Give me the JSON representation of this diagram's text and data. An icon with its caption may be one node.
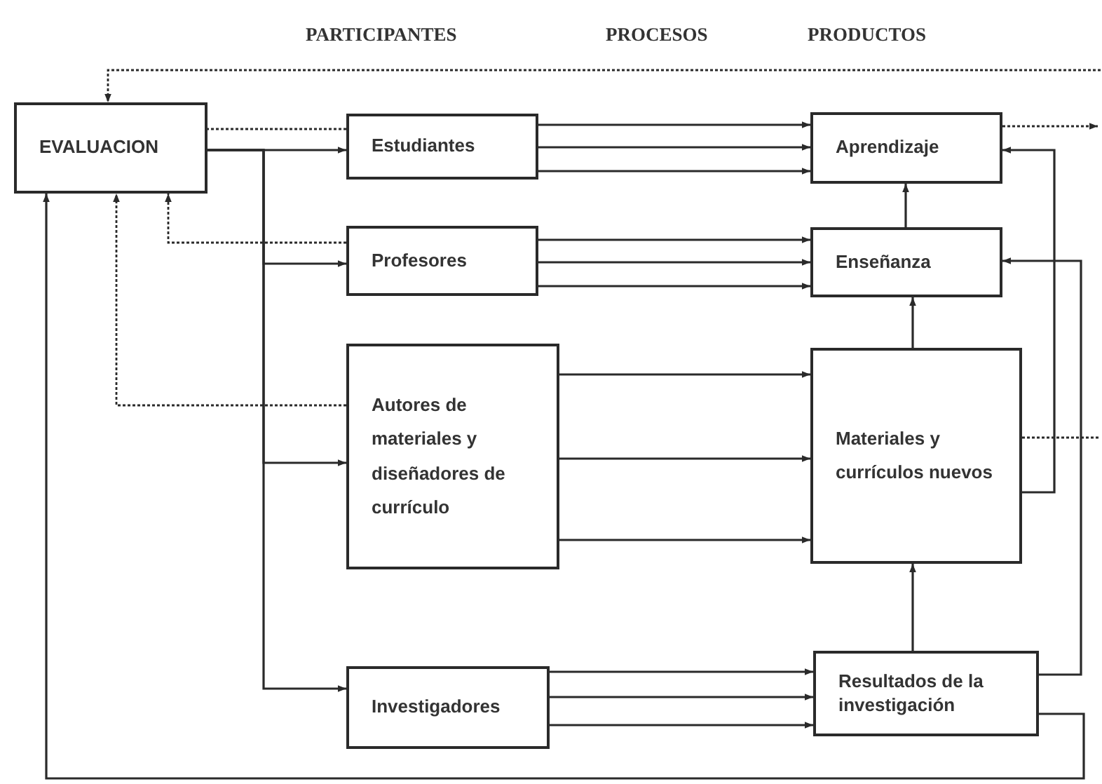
{
  "diagram": {
    "nodes": [
      {
        "text": [
          "EVALUACION"
        ]
      },
      {
        "text": [
          "Estudiantes"
        ]
      },
      {
        "text": [
          "Profesores"
        ]
      },
      {
        "text": [
          "Autores de materiales y diseñadores de currículo"
        ]
      },
      {
        "text": [
          "Investigadores"
        ]
      },
      {
        "text": [
          "Aprendizaje"
        ]
      },
      {
        "text": [
          "Enseñanza"
        ]
      },
      {
        "text": [
          "Materiales y currículos nuevos"
        ]
      },
      {
        "text": [
          "Resultados de la investigación"
        ]
      }
    ],
    "edges": [
      {
        "from": 0,
        "to": 1,
        "arrow": "to"
      },
      {
        "from": 0,
        "to": 2,
        "arrow": "to"
      },
      {
        "from": 0,
        "to": 3,
        "arrow": "to"
      },
      {
        "from": 0,
        "to": 4,
        "arrow": "to"
      },
      {
        "from": 1,
        "to": 0,
        "arrow": "none",
        "style": "dashed"
      },
      {
        "from": 2,
        "to": 0,
        "arrow": "to",
        "style": "dashed"
      },
      {
        "from": 3,
        "to": 0,
        "arrow": "to",
        "style": "dashed"
      },
      {
        "from": 8,
        "to": 0,
        "arrow": "to"
      },
      {
        "from": 1,
        "to": 5,
        "arrow": "to"
      },
      {
        "from": 1,
        "to": 5,
        "arrow": "to"
      },
      {
        "from": 1,
        "to": 5,
        "arrow": "to"
      },
      {
        "from": 2,
        "to": 6,
        "arrow": "to"
      },
      {
        "from": 2,
        "to": 6,
        "arrow": "to"
      },
      {
        "from": 2,
        "to": 6,
        "arrow": "to"
      },
      {
        "from": 3,
        "to": 7,
        "arrow": "to"
      },
      {
        "from": 3,
        "to": 7,
        "arrow": "to"
      },
      {
        "from": 3,
        "to": 7,
        "arrow": "to"
      },
      {
        "from": 4,
        "to": 8,
        "arrow": "to"
      },
      {
        "from": 4,
        "to": 8,
        "arrow": "to"
      },
      {
        "from": 4,
        "to": 8,
        "arrow": "to"
      },
      {
        "from": 6,
        "to": 5,
        "arrow": "to"
      },
      {
        "from": 7,
        "to": 6,
        "arrow": "to"
      },
      {
        "from": 8,
        "to": 7,
        "arrow": "to"
      },
      {
        "from": 7,
        "to": 5,
        "arrow": "to"
      },
      {
        "from": 8,
        "to": 6,
        "arrow": "to"
      },
      {
        "from": 5,
        "to": null,
        "arrow": "to",
        "style": "dashed"
      },
      {
        "from": 7,
        "to": null,
        "arrow": "none",
        "style": "dashed"
      },
      {
        "from": null,
        "to": 0,
        "arrow": "to",
        "style": "dashed"
      }
    ],
    "labels": [
      "PARTICIPANTES",
      "PROCESOS",
      "PRODUCTOS"
    ]
  }
}
